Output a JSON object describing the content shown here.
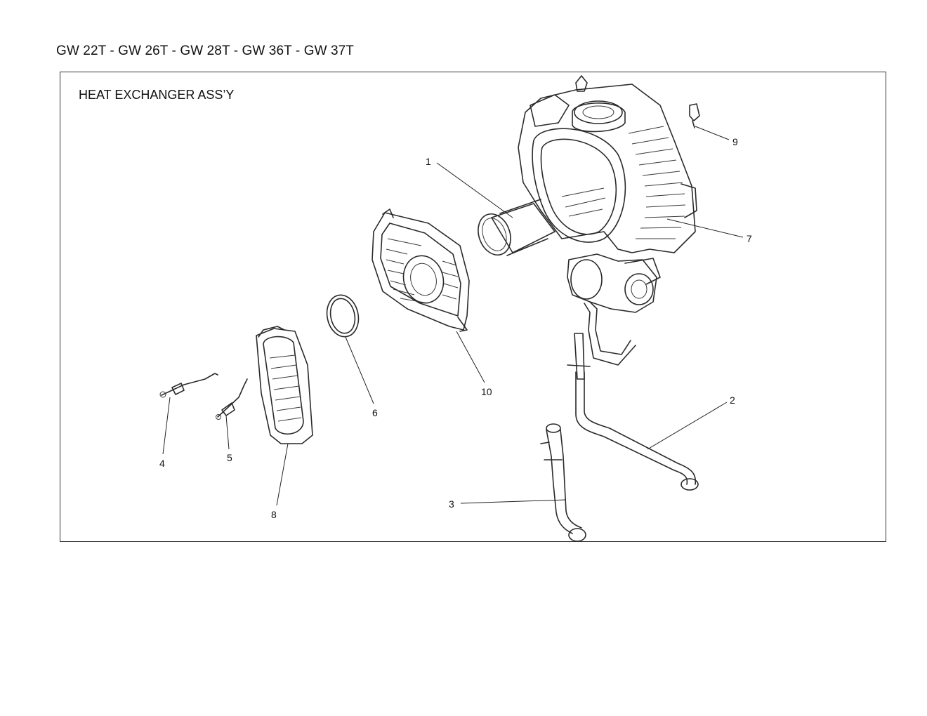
{
  "header": {
    "models": "GW 22T - GW 26T - GW 28T - GW 36T - GW 37T"
  },
  "diagram": {
    "title": "HEAT EXCHANGER ASS’Y",
    "callouts": [
      {
        "id": "1",
        "label": "1"
      },
      {
        "id": "2",
        "label": "2"
      },
      {
        "id": "3",
        "label": "3"
      },
      {
        "id": "4",
        "label": "4"
      },
      {
        "id": "5",
        "label": "5"
      },
      {
        "id": "6",
        "label": "6"
      },
      {
        "id": "7",
        "label": "7"
      },
      {
        "id": "8",
        "label": "8"
      },
      {
        "id": "9",
        "label": "9"
      },
      {
        "id": "10",
        "label": "10"
      }
    ]
  }
}
